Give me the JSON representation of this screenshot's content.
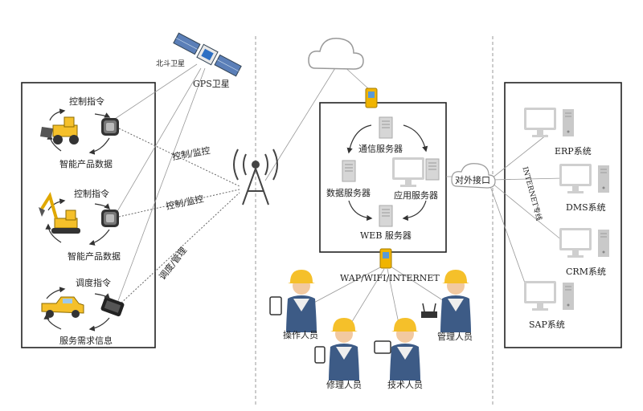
{
  "satellite": {
    "name": "北斗卫星",
    "label": "GPS卫星"
  },
  "left_panel": {
    "groups": [
      {
        "top_label": "控制指令",
        "bottom_label": "智能产品数据",
        "equipment_icon": "wheel-loader-icon"
      },
      {
        "top_label": "控制指令",
        "bottom_label": "智能产品数据",
        "equipment_icon": "excavator-icon"
      },
      {
        "top_label": "调度指令",
        "bottom_label": "服务需求信息",
        "equipment_icon": "service-pickup-truck-icon"
      }
    ]
  },
  "links": {
    "control_monitor_1": "控制/监控",
    "control_monitor_2": "控制/监控",
    "dispatch_manage": "调度/管理"
  },
  "center_panel": {
    "servers": {
      "communication": "通信服务器",
      "data": "数据服务器",
      "application": "应用服务器",
      "web": "WEB 服务器"
    },
    "network_label": "WAP/WIFI/INTERNET"
  },
  "people": {
    "operator": "操作人员",
    "repair": "修理人员",
    "technician": "技术人员",
    "manager": "管理人员"
  },
  "right_panel": {
    "interface": "对外接口",
    "internet_line": "INTERNET专线",
    "systems": [
      "ERP系统",
      "DMS系统",
      "CRM系统",
      "SAP系统"
    ]
  },
  "colors": {
    "helmet": "#f5c02a",
    "gateway": "#f0b400",
    "computer": "#c8c8c8",
    "border": "#222222"
  }
}
